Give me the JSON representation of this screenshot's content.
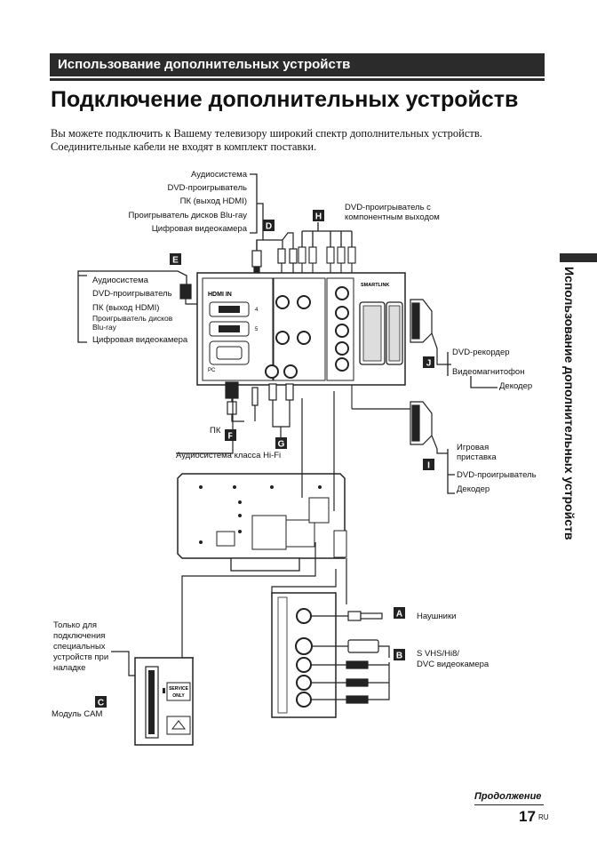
{
  "section": "Использование дополнительных устройств",
  "title": "Подключение дополнительных устройств",
  "intro": "Вы можете подключить к Вашему телевизору широкий спектр дополнительных устройств. Соединительные кабели не входят в комплект поставки.",
  "side_tab": "Использование дополнительных устройств",
  "footer": {
    "continued": "Продолжение",
    "page": "17",
    "lang": "RU"
  },
  "diagram": {
    "group_d": [
      "Аудиосистема",
      "DVD-проигрыватель",
      "ПК (выход HDMI)",
      "Проигрыватель дисков Blu-ray",
      "Цифровая видеокамера"
    ],
    "group_e": [
      "Аудиосистема",
      "DVD-проигрыватель",
      "ПК (выход HDMI)",
      "Проигрыватель дисков",
      "Blu-ray",
      "Цифровая видеокамера"
    ],
    "group_h": [
      "DVD-проигрыватель с",
      "компонентным выходом"
    ],
    "group_j": [
      "DVD-рекордер",
      "Видеомагнитофон",
      "Декодер"
    ],
    "group_i": [
      "Игровая",
      "приставка",
      "DVD-проигрыватель",
      "Декодер"
    ],
    "pc_label": "ПК",
    "hifi_label": "Аудиосистема класса Hi-Fi",
    "headphones_label": "Наушники",
    "svhs_label": [
      "S VHS/Hi8/",
      "DVC видеокамера"
    ],
    "special_label": [
      "Только для",
      "подключения",
      "специальных",
      "устройств при",
      "наладке"
    ],
    "cam_label": "Модуль CAM",
    "hdmi_in": "HDMI IN",
    "smartlink": "SMARTLINK",
    "service_only": [
      "SERVICE",
      "ONLY"
    ],
    "markers": {
      "A": "A",
      "B": "B",
      "C": "C",
      "D": "D",
      "E": "E",
      "F": "F",
      "G": "G",
      "H": "H",
      "I": "I",
      "J": "J"
    }
  }
}
